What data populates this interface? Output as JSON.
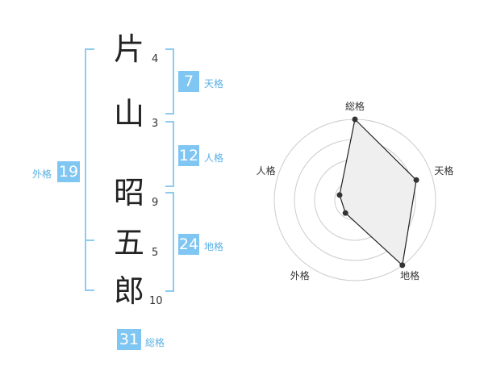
{
  "name": {
    "characters": [
      {
        "char": "片",
        "strokes": "4"
      },
      {
        "char": "山",
        "strokes": "3"
      },
      {
        "char": "昭",
        "strokes": "9"
      },
      {
        "char": "五",
        "strokes": "5"
      },
      {
        "char": "郎",
        "strokes": "10"
      }
    ]
  },
  "fortunes": {
    "tenkaku": {
      "value": "7",
      "label": "天格"
    },
    "jinkaku": {
      "value": "12",
      "label": "人格"
    },
    "chikaku": {
      "value": "24",
      "label": "地格"
    },
    "gaikaku": {
      "value": "19",
      "label": "外格"
    },
    "soukaku": {
      "value": "31",
      "label": "総格"
    }
  },
  "chart_data": {
    "type": "radar",
    "axes": [
      "総格",
      "天格",
      "地格",
      "外格",
      "人格"
    ],
    "values": [
      5,
      4,
      5,
      1,
      1
    ],
    "max": 5,
    "rings": 4,
    "colors": {
      "fill": "#efefef",
      "line": "#222222",
      "grid": "#cccccc"
    }
  }
}
